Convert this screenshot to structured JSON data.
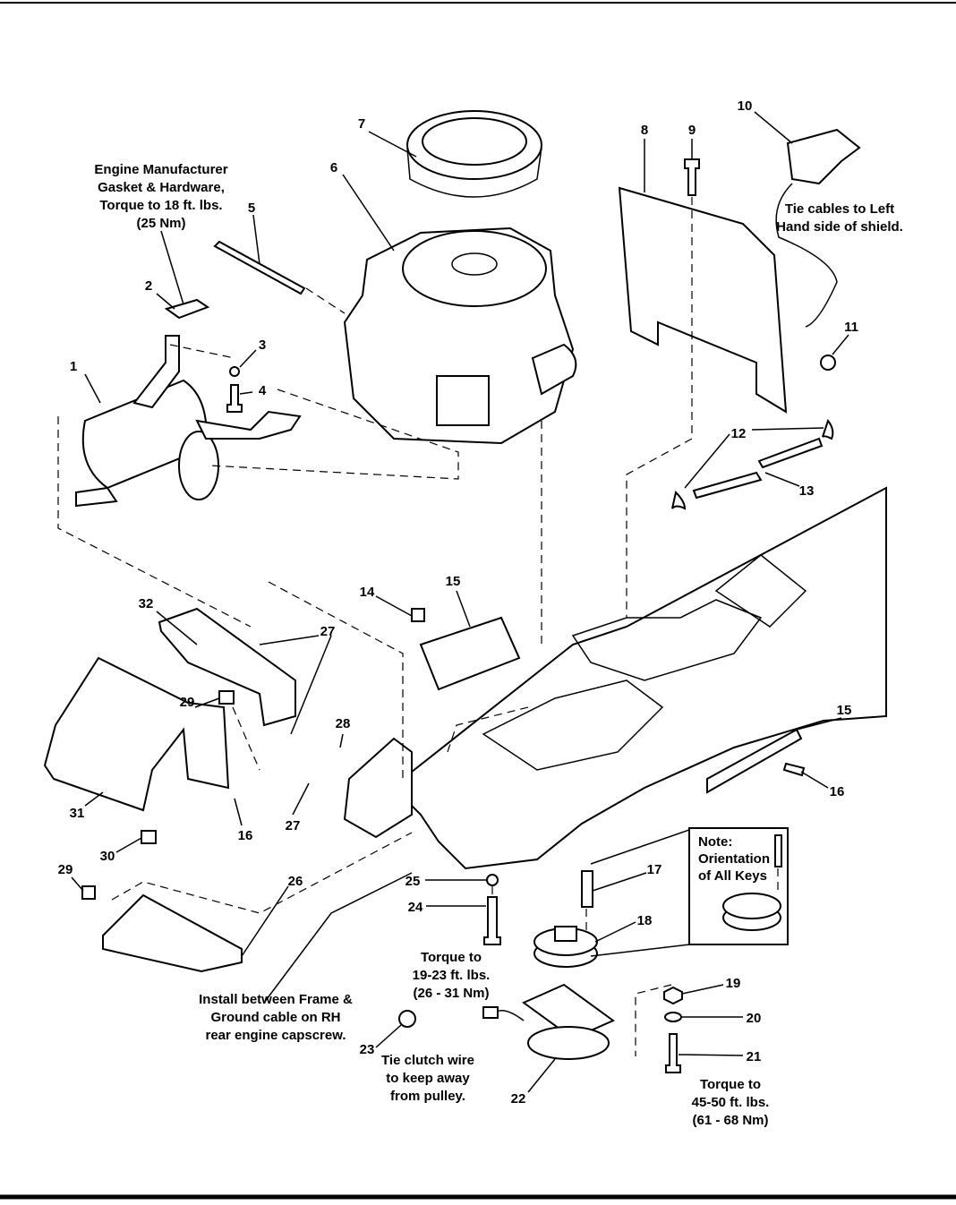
{
  "callouts": [
    "1",
    "2",
    "3",
    "4",
    "5",
    "6",
    "7",
    "8",
    "9",
    "10",
    "11",
    "12",
    "13",
    "14",
    "15",
    "32",
    "27",
    "29",
    "28",
    "15",
    "16",
    "31",
    "16",
    "27",
    "30",
    "29",
    "26",
    "25",
    "17",
    "24",
    "18",
    "19",
    "20",
    "21",
    "23",
    "22"
  ],
  "notes": {
    "engine_gasket": [
      "Engine Manufacturer",
      "Gasket & Hardware,",
      "Torque to 18 ft. lbs.",
      "(25 Nm)"
    ],
    "tie_cables": [
      "Tie cables to Left",
      "Hand side of shield."
    ],
    "torque_pulley": [
      "Torque to",
      "19-23 ft. lbs.",
      "(26 - 31 Nm)"
    ],
    "ground_cable": [
      "Install between Frame &",
      "Ground cable on RH",
      "rear engine capscrew."
    ],
    "clutch_wire": [
      "Tie clutch wire",
      "to keep away",
      "from pulley."
    ],
    "torque_clutch": [
      "Torque to",
      "45-50 ft. lbs.",
      "(61 - 68 Nm)"
    ],
    "keys_note": [
      "Note:",
      "Orientation",
      "of All Keys"
    ]
  }
}
